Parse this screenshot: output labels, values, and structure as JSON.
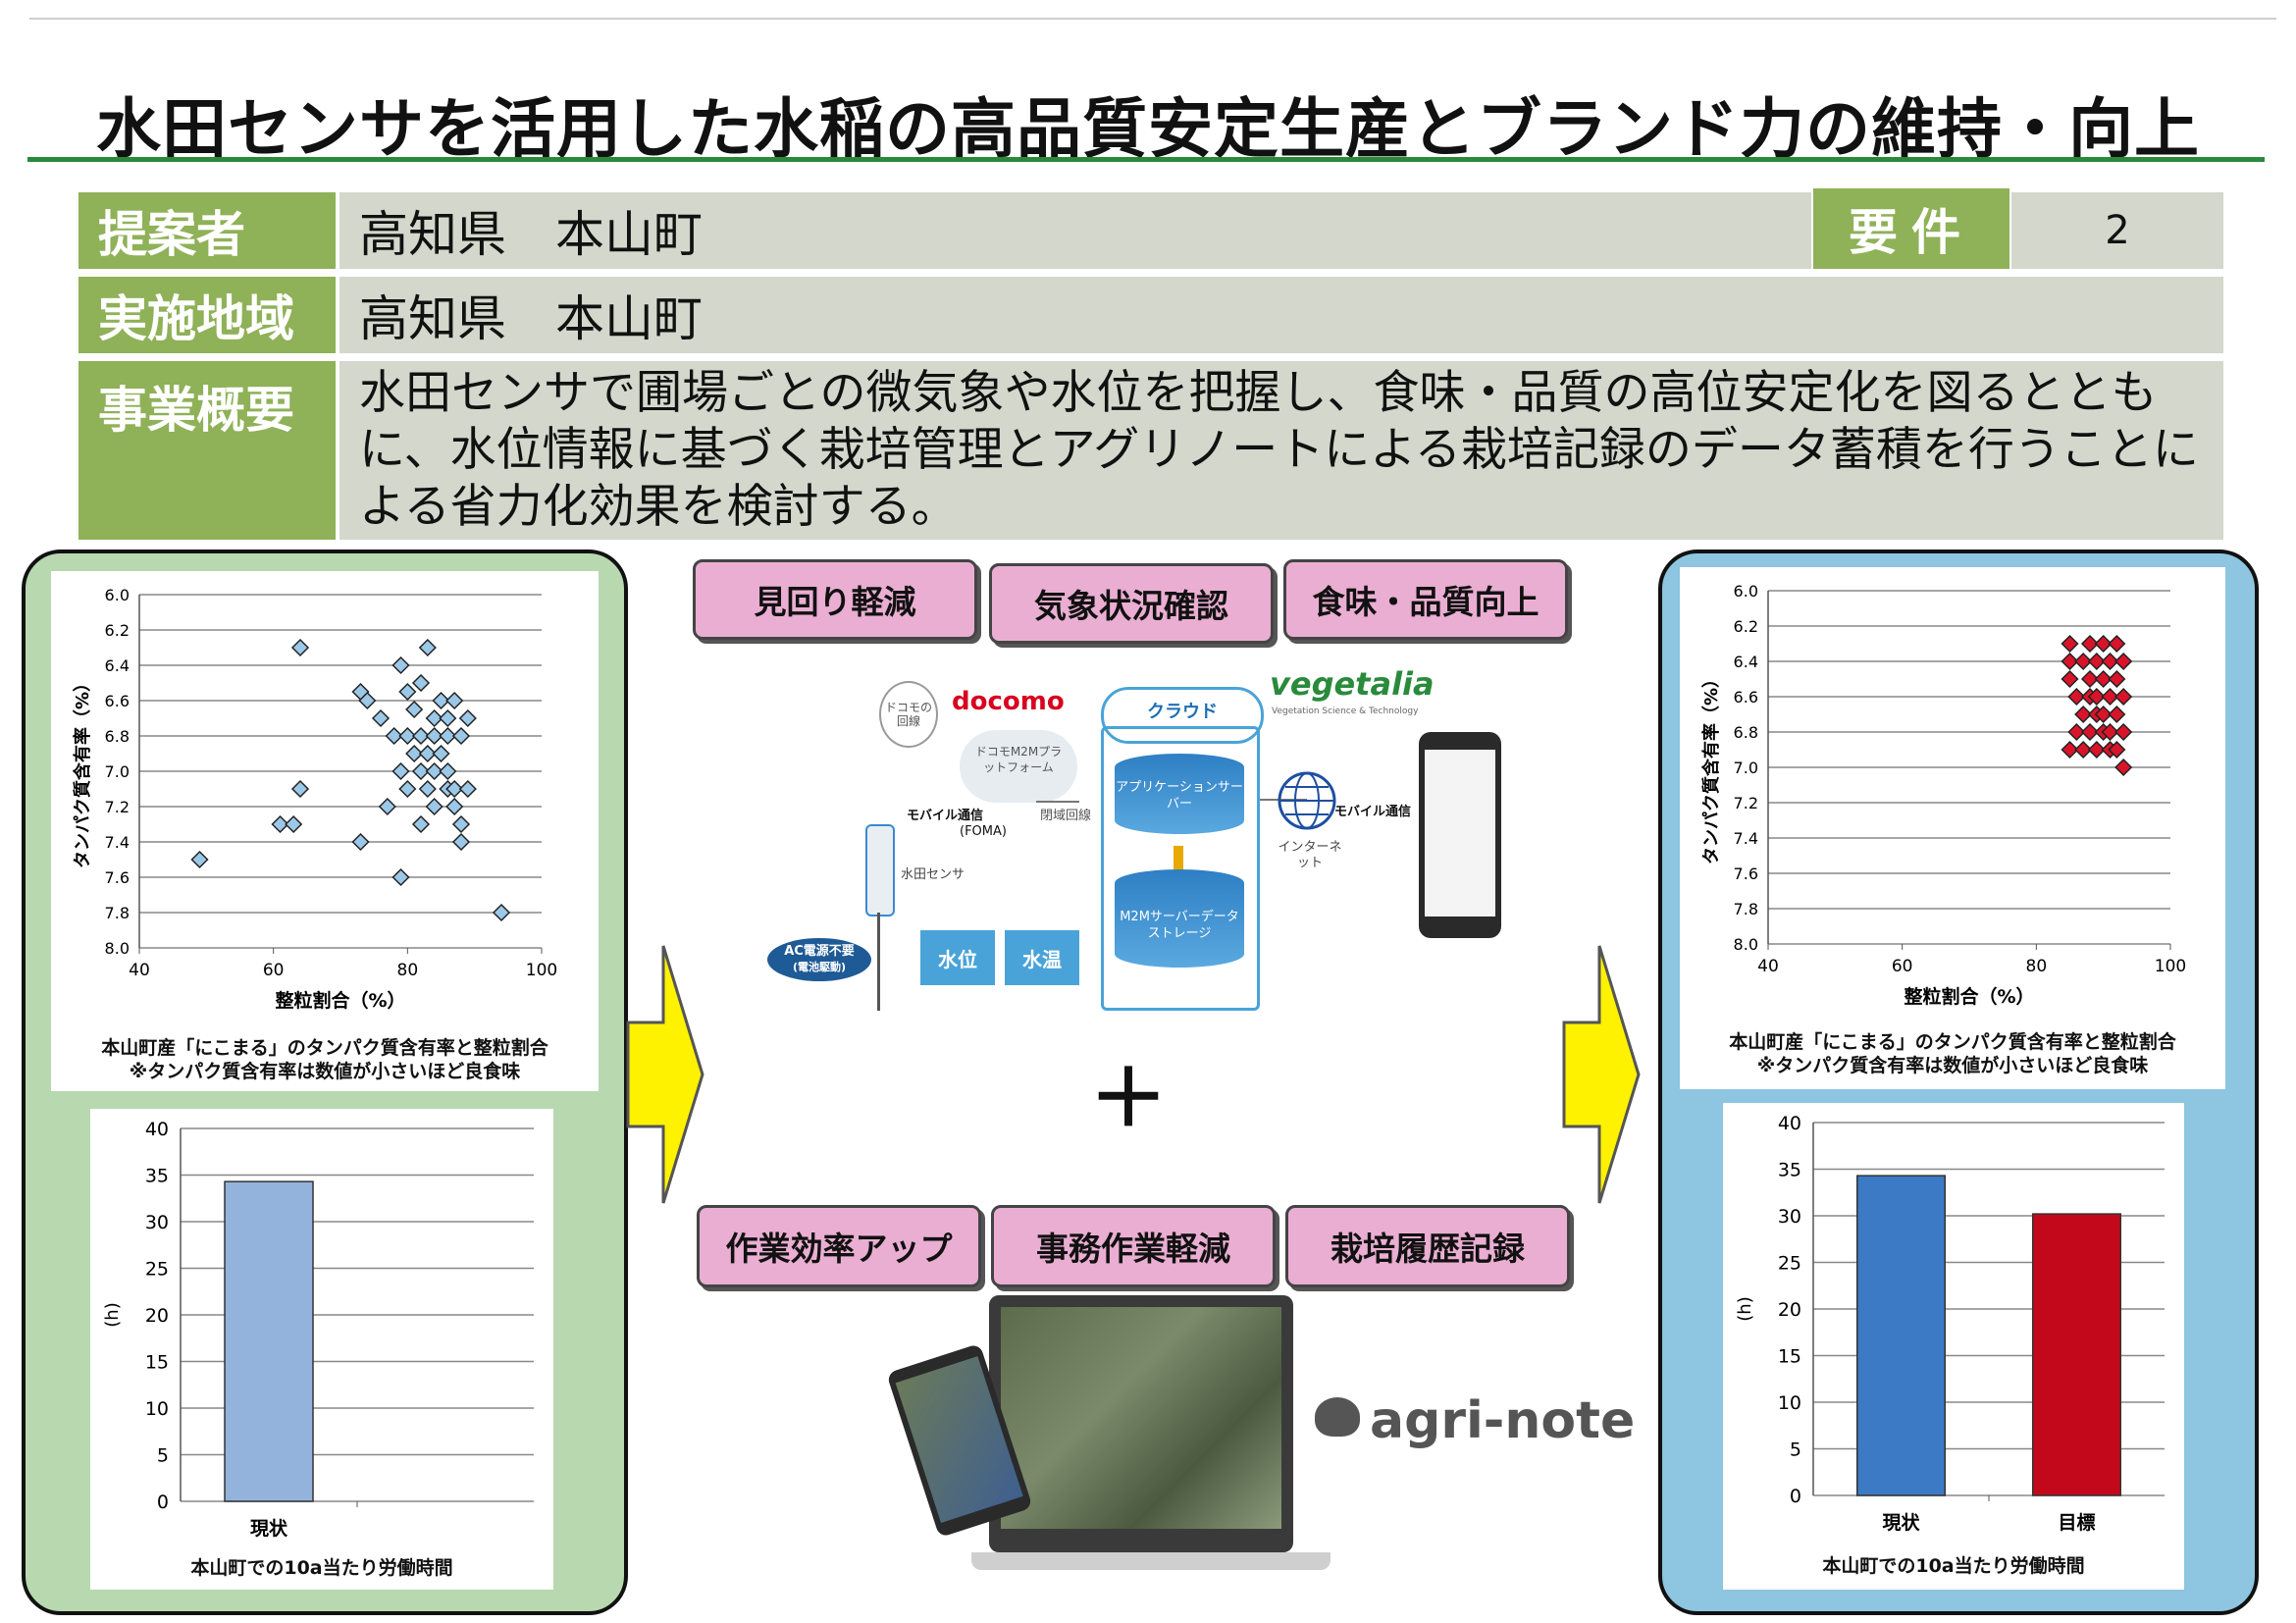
{
  "title": "水田センサを活用した水稲の高品質安定生産とブランド力の維持・向上",
  "info": {
    "proposer_label": "提案者",
    "proposer_value": "高知県　本山町",
    "requirement_label": "要件",
    "requirement_value": "2",
    "area_label": "実施地域",
    "area_value": "高知県　本山町",
    "summary_label": "事業概要",
    "summary_value": "水田センサで圃場ごとの微気象や水位を把握し、食味・品質の高位安定化を図るとともに、水位情報に基づく栽培管理とアグリノートによる栽培記録のデータ蓄積を行うことによる省力化効果を検討する。"
  },
  "benefits_top": [
    "見回り軽減",
    "気象状況確認",
    "食味・品質向上"
  ],
  "benefits_bottom": [
    "作業効率アップ",
    "事務作業軽減",
    "栽培履歴記録"
  ],
  "plus_sign": "＋",
  "system": {
    "docomo_logo": "docomo",
    "docomo_line": "ドコモの回線",
    "m2m_platform": "ドコモM2Mプラットフォーム",
    "mobile_comm_left": "モバイル通信",
    "foma": "(FOMA)",
    "closed_line": "閉域回線",
    "cloud": "クラウド",
    "vegetalia_logo": "vegetalia",
    "vegetalia_sub": "Vegetation Science & Technology",
    "app_server": "アプリケーションサーバー",
    "m2m_storage": "M2Mサーバーデータストレージ",
    "internet": "インターネット",
    "mobile_comm_right": "モバイル通信",
    "paddy_sensor": "水田センサ",
    "ac_power": "AC電源不要",
    "battery": "(電池駆動)",
    "water_level": "水位",
    "water_temp": "水温"
  },
  "agrinote_logo": "agri-note",
  "colors": {
    "green_accent": "#2a8a3c",
    "label_green": "#8fb158",
    "pill_pink": "#eaaed2",
    "left_panel": "#b8d8b0",
    "right_panel": "#8ec5e0",
    "arrow_yellow": "#fff200"
  },
  "charts": {
    "left_scatter": {
      "caption_line1": "本山町産「にこまる」のタンパク質含有率と整粒割合",
      "caption_line2": "※タンパク質含有率は数値が小さいほど良食味"
    },
    "left_bar": {
      "caption": "本山町での10a当たり労働時間"
    },
    "right_scatter": {
      "caption_line1": "本山町産「にこまる」のタンパク質含有率と整粒割合",
      "caption_line2": "※タンパク質含有率は数値が小さいほど良食味"
    },
    "right_bar": {
      "caption": "本山町での10a当たり労働時間"
    }
  },
  "chart_data": [
    {
      "type": "scatter",
      "xlabel": "整粒割合（%）",
      "ylabel": "タンパク質含有率（%）",
      "xlim": [
        40,
        100
      ],
      "ylim": [
        6.0,
        8.0
      ],
      "y_inverted": true,
      "xticks": [
        "40",
        "60",
        "80",
        "100"
      ],
      "yticks": [
        "6.0",
        "6.2",
        "6.4",
        "6.6",
        "6.8",
        "7.0",
        "7.2",
        "7.4",
        "7.6",
        "7.8",
        "8.0"
      ],
      "grid": true,
      "points": [
        [
          64,
          6.3
        ],
        [
          83,
          6.3
        ],
        [
          79,
          6.4
        ],
        [
          73,
          6.55
        ],
        [
          82,
          6.5
        ],
        [
          80,
          6.55
        ],
        [
          85,
          6.6
        ],
        [
          87,
          6.6
        ],
        [
          74,
          6.6
        ],
        [
          76,
          6.7
        ],
        [
          81,
          6.65
        ],
        [
          84,
          6.7
        ],
        [
          86,
          6.7
        ],
        [
          89,
          6.7
        ],
        [
          78,
          6.8
        ],
        [
          80,
          6.8
        ],
        [
          82,
          6.8
        ],
        [
          84,
          6.8
        ],
        [
          86,
          6.8
        ],
        [
          88,
          6.8
        ],
        [
          81,
          6.9
        ],
        [
          83,
          6.9
        ],
        [
          85,
          6.9
        ],
        [
          79,
          7.0
        ],
        [
          82,
          7.0
        ],
        [
          84,
          7.0
        ],
        [
          86,
          7.0
        ],
        [
          80,
          7.1
        ],
        [
          83,
          7.1
        ],
        [
          86,
          7.1
        ],
        [
          87,
          7.1
        ],
        [
          89,
          7.1
        ],
        [
          64,
          7.1
        ],
        [
          77,
          7.2
        ],
        [
          84,
          7.2
        ],
        [
          87,
          7.2
        ],
        [
          61,
          7.3
        ],
        [
          63,
          7.3
        ],
        [
          82,
          7.3
        ],
        [
          88,
          7.3
        ],
        [
          73,
          7.4
        ],
        [
          88,
          7.4
        ],
        [
          49,
          7.5
        ],
        [
          79,
          7.6
        ],
        [
          94,
          7.8
        ]
      ]
    },
    {
      "type": "bar",
      "categories": [
        "現状",
        ""
      ],
      "values": [
        34.3
      ],
      "ylabel": "(h)",
      "ylim": [
        0,
        40
      ],
      "yticks": [
        "0",
        "5",
        "10",
        "15",
        "20",
        "25",
        "30",
        "35",
        "40"
      ]
    },
    {
      "type": "scatter",
      "xlabel": "整粒割合（%）",
      "ylabel": "タンパク質含有率（%）",
      "xlim": [
        40,
        100
      ],
      "ylim": [
        6.0,
        8.0
      ],
      "y_inverted": true,
      "xticks": [
        "40",
        "60",
        "80",
        "100"
      ],
      "yticks": [
        "6.0",
        "6.2",
        "6.4",
        "6.6",
        "6.8",
        "7.0",
        "7.2",
        "7.4",
        "7.6",
        "7.8",
        "8.0"
      ],
      "grid": true,
      "points": [
        [
          85,
          6.3
        ],
        [
          88,
          6.3
        ],
        [
          90,
          6.3
        ],
        [
          92,
          6.3
        ],
        [
          85,
          6.4
        ],
        [
          87,
          6.4
        ],
        [
          89,
          6.4
        ],
        [
          91,
          6.4
        ],
        [
          93,
          6.4
        ],
        [
          85,
          6.5
        ],
        [
          88,
          6.5
        ],
        [
          90,
          6.5
        ],
        [
          92,
          6.5
        ],
        [
          86,
          6.6
        ],
        [
          88,
          6.6
        ],
        [
          89,
          6.6
        ],
        [
          91,
          6.6
        ],
        [
          93,
          6.6
        ],
        [
          87,
          6.7
        ],
        [
          89,
          6.7
        ],
        [
          90,
          6.7
        ],
        [
          92,
          6.7
        ],
        [
          86,
          6.8
        ],
        [
          88,
          6.8
        ],
        [
          90,
          6.8
        ],
        [
          91,
          6.8
        ],
        [
          93,
          6.8
        ],
        [
          85,
          6.9
        ],
        [
          87,
          6.9
        ],
        [
          89,
          6.9
        ],
        [
          91,
          6.9
        ],
        [
          92,
          6.9
        ],
        [
          93,
          7.0
        ]
      ]
    },
    {
      "type": "bar",
      "categories": [
        "現状",
        "目標"
      ],
      "values": [
        34.3,
        30.2
      ],
      "ylabel": "(h)",
      "ylim": [
        0,
        40
      ],
      "yticks": [
        "0",
        "5",
        "10",
        "15",
        "20",
        "25",
        "30",
        "35",
        "40"
      ]
    }
  ]
}
